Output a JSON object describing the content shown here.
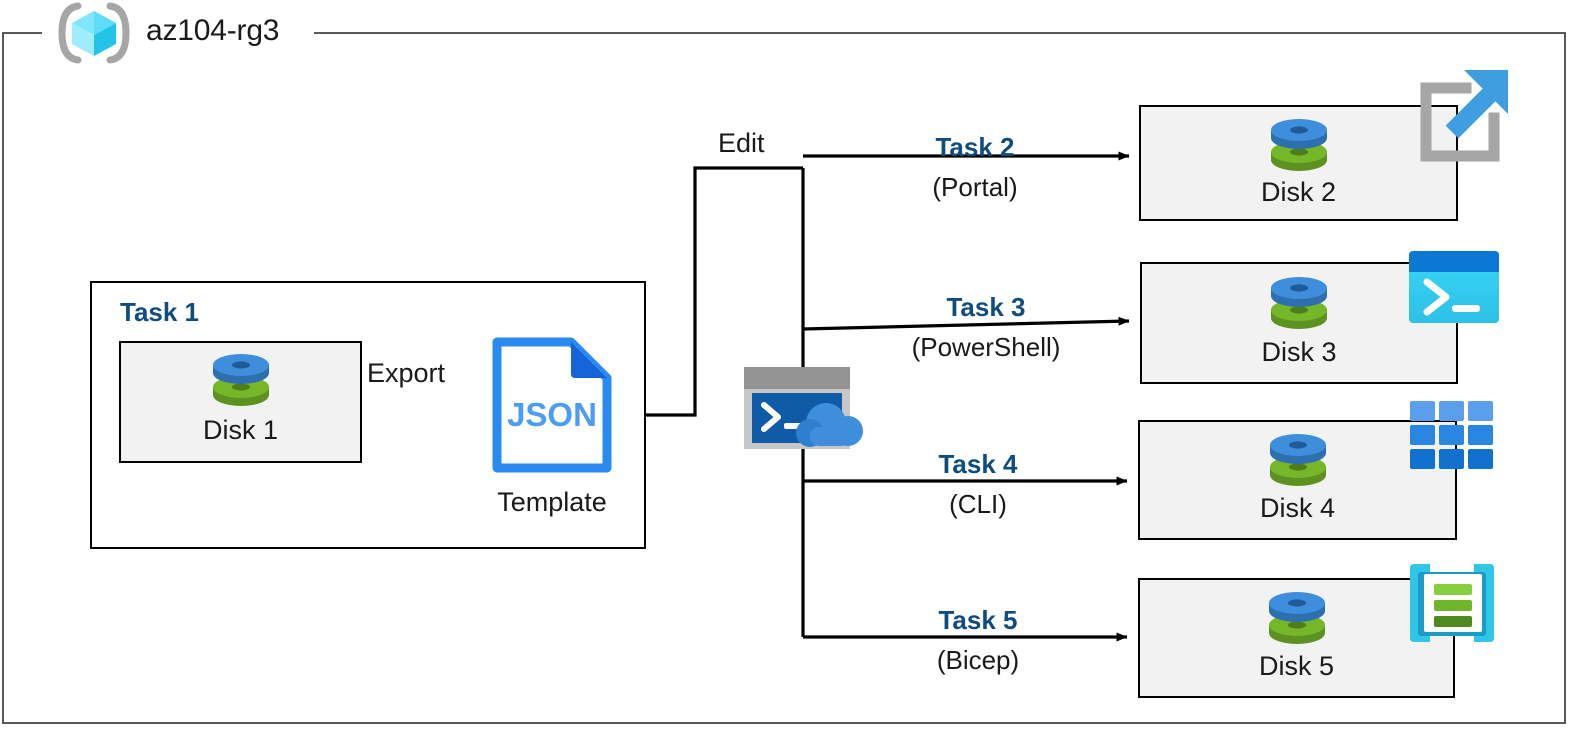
{
  "frame": {
    "title": "az104-rg3",
    "icon": "resource-group-cube-icon",
    "border_color": "#595959"
  },
  "colors": {
    "task_label": "#0f4c81",
    "box_fill": "#f2f2f2",
    "box_border": "#000000",
    "disk_blue": "#3f8edc",
    "disk_green": "#76b72a",
    "json_blue": "#2a8af0",
    "cloudshell_dark": "#0f5ba7",
    "powershell_cyan": "#2fc7ec",
    "bicep_cyan": "#32c5ea",
    "portal_gray": "#a6a6a6"
  },
  "task1": {
    "label": "Task 1",
    "disk": {
      "caption": "Disk 1",
      "icon": "managed-disk-icon"
    },
    "export_label": "Export",
    "template": {
      "caption": "Template",
      "icon": "json-file-icon",
      "filetype": "JSON"
    }
  },
  "middle": {
    "edit_label": "Edit",
    "cloudshell": {
      "icon": "cloud-shell-icon"
    }
  },
  "branches": [
    {
      "task": "Task 2",
      "tool": "(Portal)",
      "disk": "Disk 2",
      "disk_icon": "managed-disk-icon",
      "tool_icon": "azure-portal-icon"
    },
    {
      "task": "Task 3",
      "tool": "(PowerShell)",
      "disk": "Disk 3",
      "disk_icon": "managed-disk-icon",
      "tool_icon": "powershell-console-icon"
    },
    {
      "task": "Task 4",
      "tool": "(CLI)",
      "disk": "Disk 4",
      "disk_icon": "managed-disk-icon",
      "tool_icon": "azure-cli-grid-icon"
    },
    {
      "task": "Task 5",
      "tool": "(Bicep)",
      "disk": "Disk 5",
      "disk_icon": "managed-disk-icon",
      "tool_icon": "bicep-file-icon"
    }
  ]
}
